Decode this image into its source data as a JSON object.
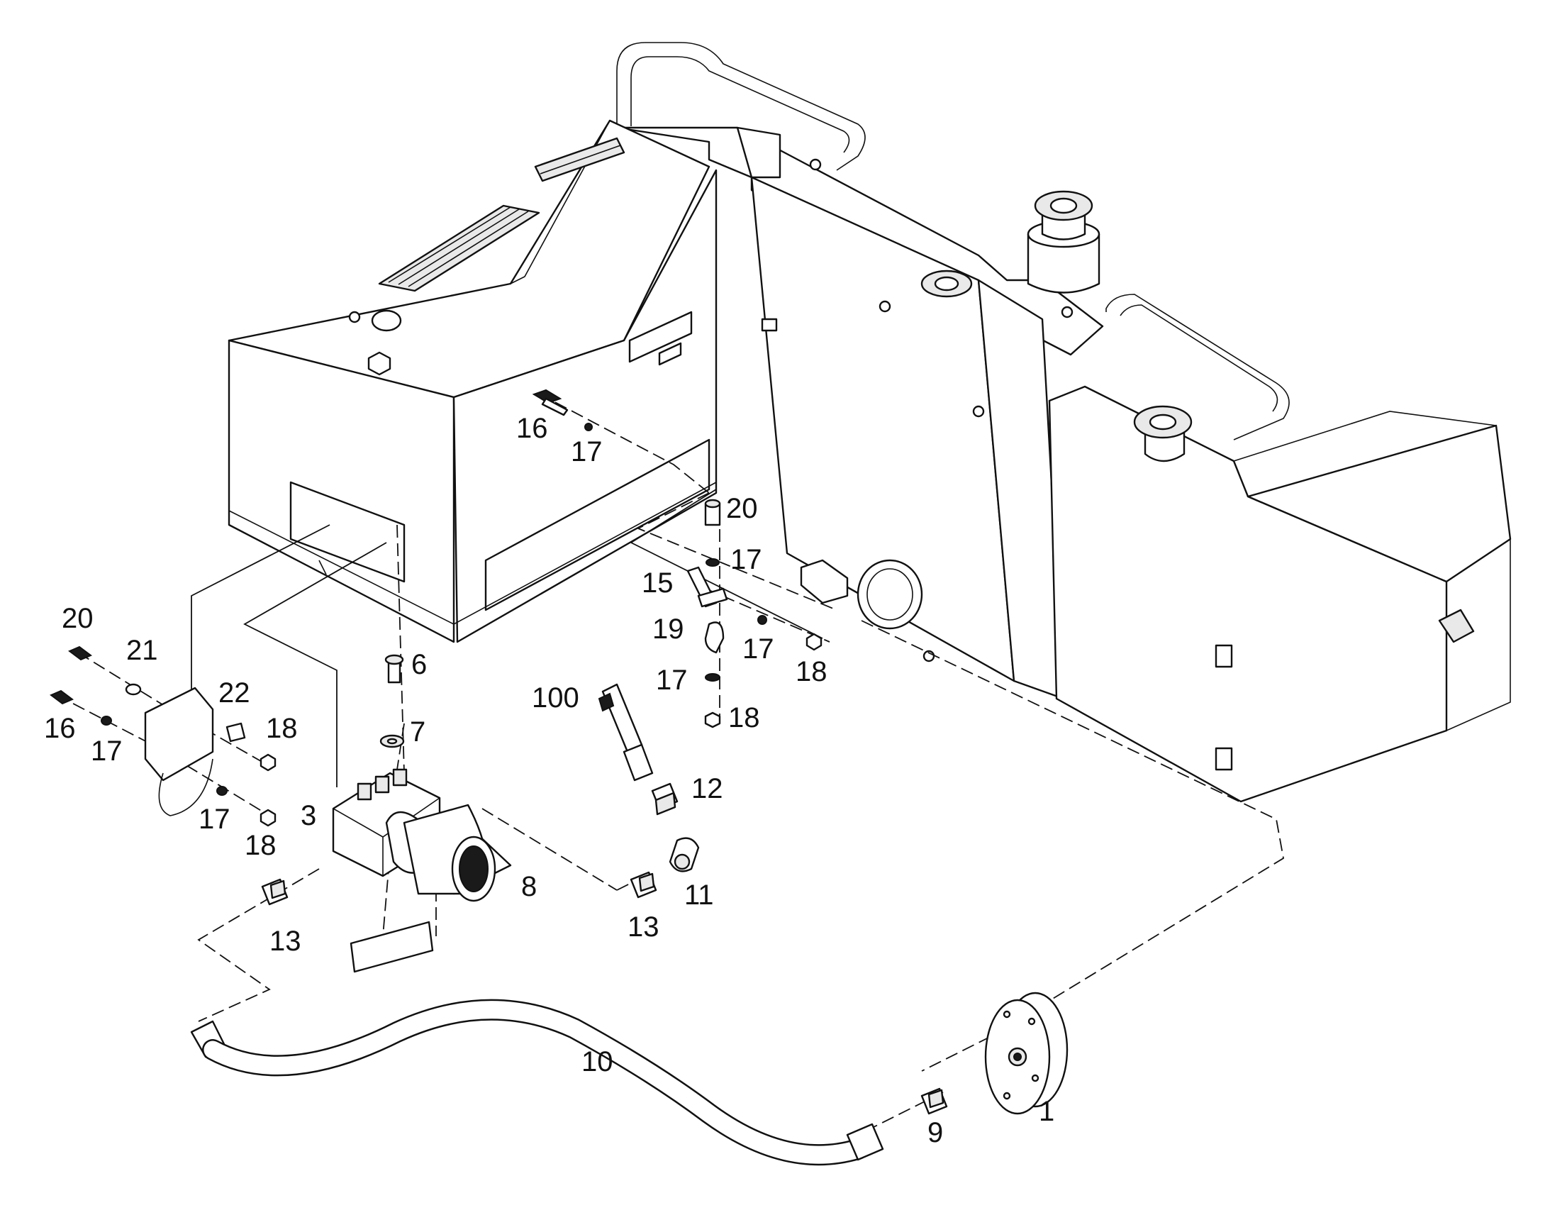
{
  "callouts": [
    {
      "id": "c1",
      "text": "1"
    },
    {
      "id": "c3",
      "text": "3"
    },
    {
      "id": "c6",
      "text": "6"
    },
    {
      "id": "c7",
      "text": "7"
    },
    {
      "id": "c8",
      "text": "8"
    },
    {
      "id": "c9",
      "text": "9"
    },
    {
      "id": "c10",
      "text": "10"
    },
    {
      "id": "c11",
      "text": "11"
    },
    {
      "id": "c12",
      "text": "12"
    },
    {
      "id": "c13a",
      "text": "13"
    },
    {
      "id": "c13b",
      "text": "13"
    },
    {
      "id": "c15",
      "text": "15"
    },
    {
      "id": "c16a",
      "text": "16"
    },
    {
      "id": "c16b",
      "text": "16"
    },
    {
      "id": "c17a",
      "text": "17"
    },
    {
      "id": "c17b",
      "text": "17"
    },
    {
      "id": "c17c",
      "text": "17"
    },
    {
      "id": "c17d",
      "text": "17"
    },
    {
      "id": "c17e",
      "text": "17"
    },
    {
      "id": "c17f",
      "text": "17"
    },
    {
      "id": "c18a",
      "text": "18"
    },
    {
      "id": "c18b",
      "text": "18"
    },
    {
      "id": "c18c",
      "text": "18"
    },
    {
      "id": "c18d",
      "text": "18"
    },
    {
      "id": "c19",
      "text": "19"
    },
    {
      "id": "c20a",
      "text": "20"
    },
    {
      "id": "c20b",
      "text": "20"
    },
    {
      "id": "c21",
      "text": "21"
    },
    {
      "id": "c22",
      "text": "22"
    },
    {
      "id": "c100",
      "text": "100"
    }
  ],
  "colors": {
    "line": "#111111",
    "background": "#ffffff"
  }
}
